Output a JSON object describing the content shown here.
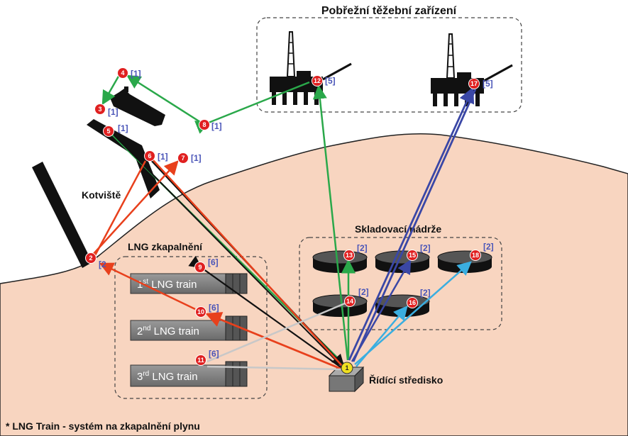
{
  "title": "Pobřežní těžební zařízení",
  "labels": {
    "berth": "Kotviště",
    "liquefaction": "LNG zkapalnění",
    "storage": "Skladovací nádrže",
    "control": "Řídící středisko"
  },
  "trains": [
    {
      "ord": "1",
      "sup": "st",
      "text": " LNG train"
    },
    {
      "ord": "2",
      "sup": "nd",
      "text": " LNG train"
    },
    {
      "ord": "3",
      "sup": "rd",
      "text": " LNG train"
    }
  ],
  "footnote": "* LNG Train - systém na zkapalnění plynu",
  "nodes": [
    {
      "id": "1",
      "ref": ""
    },
    {
      "id": "2",
      "ref": "[2"
    },
    {
      "id": "3",
      "ref": "[1]"
    },
    {
      "id": "4",
      "ref": "[1]"
    },
    {
      "id": "5",
      "ref": "[1]"
    },
    {
      "id": "6",
      "ref": "[1]"
    },
    {
      "id": "7",
      "ref": "[1]"
    },
    {
      "id": "8",
      "ref": "[1]"
    },
    {
      "id": "9",
      "ref": "[6]"
    },
    {
      "id": "10",
      "ref": "[6]"
    },
    {
      "id": "11",
      "ref": "[6]"
    },
    {
      "id": "12",
      "ref": "[5]"
    },
    {
      "id": "13",
      "ref": "[2]"
    },
    {
      "id": "14",
      "ref": "[2]"
    },
    {
      "id": "15",
      "ref": "[2]"
    },
    {
      "id": "16",
      "ref": "[2]"
    },
    {
      "id": "17",
      "ref": "[5]"
    },
    {
      "id": "18",
      "ref": "[2]"
    }
  ],
  "colors": {
    "land": "#f8d5c0",
    "link_green": "#2aa84a",
    "link_red": "#e8401c",
    "link_black": "#111111",
    "link_navy": "#3a47a6",
    "link_cyan": "#3aaee0",
    "link_gray": "#c8c8c8",
    "node_red": "#e02020",
    "node_yellow": "#f0e020"
  }
}
